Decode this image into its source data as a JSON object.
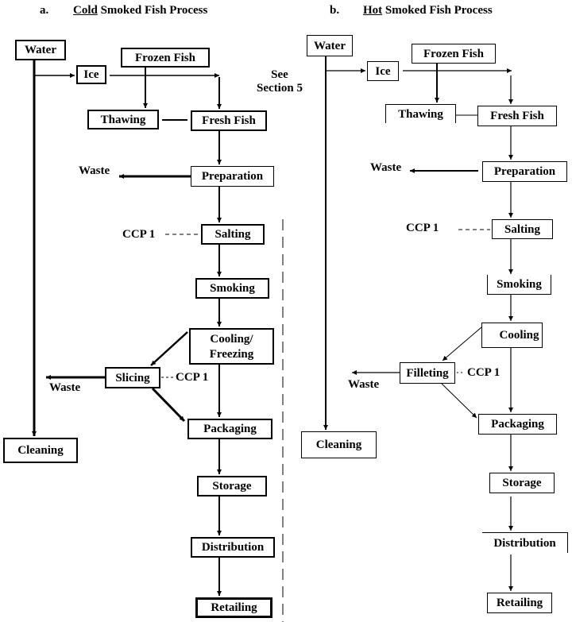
{
  "panels": {
    "cold": {
      "prefix": "a.",
      "title_emphasis": "Cold",
      "title_rest": " Smoked Fish Process",
      "nodes": {
        "water": "Water",
        "ice": "Ice",
        "frozen_fish": "Frozen Fish",
        "thawing": "Thawing",
        "fresh_fish": "Fresh Fish",
        "preparation": "Preparation",
        "salting": "Salting",
        "smoking": "Smoking",
        "cooling_line1": "Cooling/",
        "cooling_line2": "Freezing",
        "slicing": "Slicing",
        "packaging": "Packaging",
        "storage": "Storage",
        "distribution": "Distribution",
        "retailing": "Retailing",
        "cleaning": "Cleaning"
      },
      "labels": {
        "see_line1": "See",
        "see_line2": "Section 5",
        "waste_preparation": "Waste",
        "waste_slicing": "Waste",
        "ccp_salting": "CCP 1",
        "ccp_slicing": "CCP 1"
      }
    },
    "hot": {
      "prefix": "b.",
      "title_emphasis": "Hot",
      "title_rest": " Smoked Fish Process",
      "nodes": {
        "water": "Water",
        "ice": "Ice",
        "frozen_fish": "Frozen Fish",
        "thawing": "Thawing",
        "fresh_fish": "Fresh Fish",
        "preparation": "Preparation",
        "salting": "Salting",
        "smoking": "Smoking",
        "cooling": "Cooling",
        "filleting": "Filleting",
        "packaging": "Packaging",
        "storage": "Storage",
        "distribution": "Distribution",
        "retailing": "Retailing",
        "cleaning": "Cleaning"
      },
      "labels": {
        "waste_preparation": "Waste",
        "waste_filleting": "Waste",
        "ccp_salting": "CCP 1",
        "ccp_filleting": "CCP 1"
      }
    }
  },
  "colors": {
    "ink": "#000000",
    "background": "#ffffff"
  }
}
